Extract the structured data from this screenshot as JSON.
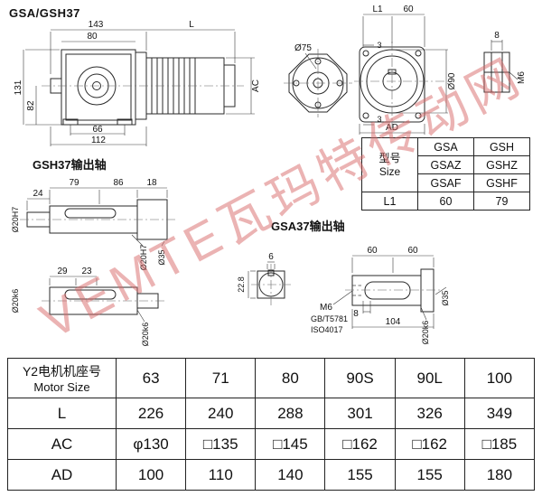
{
  "title": "GSA/GSH37",
  "watermark": "VEMTE瓦玛特传动网",
  "main_view": {
    "d143": "143",
    "d80": "80",
    "L": "L",
    "AC": "AC",
    "d131": "131",
    "d82": "82",
    "d66": "66",
    "d112": "112"
  },
  "front_view": {
    "L1": "L1",
    "d60": "60",
    "d75": "Ø75",
    "d90": "Ø90",
    "d3a": "3",
    "d3b": "3",
    "AD": "AD",
    "d8": "8",
    "M6": "M6"
  },
  "size_table": {
    "type_label": "型号",
    "size_label": "Size",
    "col1": [
      "GSA",
      "GSAZ",
      "GSAF"
    ],
    "col2": [
      "GSH",
      "GSHZ",
      "GSHF"
    ],
    "l1_label": "L1",
    "l1_gsa": "60",
    "l1_gsh": "79"
  },
  "gsh_shaft": {
    "label": "GSH37输出轴",
    "d24": "24",
    "d79": "79",
    "d86": "86",
    "d18": "18",
    "dia20a": "Ø20H7",
    "dia20b": "Ø20H7",
    "dia35": "Ø35",
    "d29": "29",
    "d23": "23",
    "dia20c": "Ø20k6",
    "dia20d": "Ø20k6"
  },
  "gsa_shaft": {
    "label": "GSA37输出轴",
    "d6": "6",
    "d228": "22.8",
    "d60a": "60",
    "d60b": "60",
    "d8": "8",
    "d104": "104",
    "m6": "M6",
    "gb": "GB/T5781",
    "iso": "ISO4017",
    "dia20": "Ø20k6",
    "dia35": "Ø35"
  },
  "motor_table": {
    "header_cn": "Y2电机机座号",
    "header_en": "Motor Size",
    "sizes": [
      "63",
      "71",
      "80",
      "90S",
      "90L",
      "100"
    ],
    "rows": [
      {
        "label": "L",
        "values": [
          "226",
          "240",
          "288",
          "301",
          "326",
          "349"
        ]
      },
      {
        "label": "AC",
        "values": [
          "φ130",
          "□135",
          "□145",
          "□162",
          "□162",
          "□185"
        ]
      },
      {
        "label": "AD",
        "values": [
          "100",
          "110",
          "140",
          "155",
          "155",
          "180"
        ]
      }
    ]
  }
}
